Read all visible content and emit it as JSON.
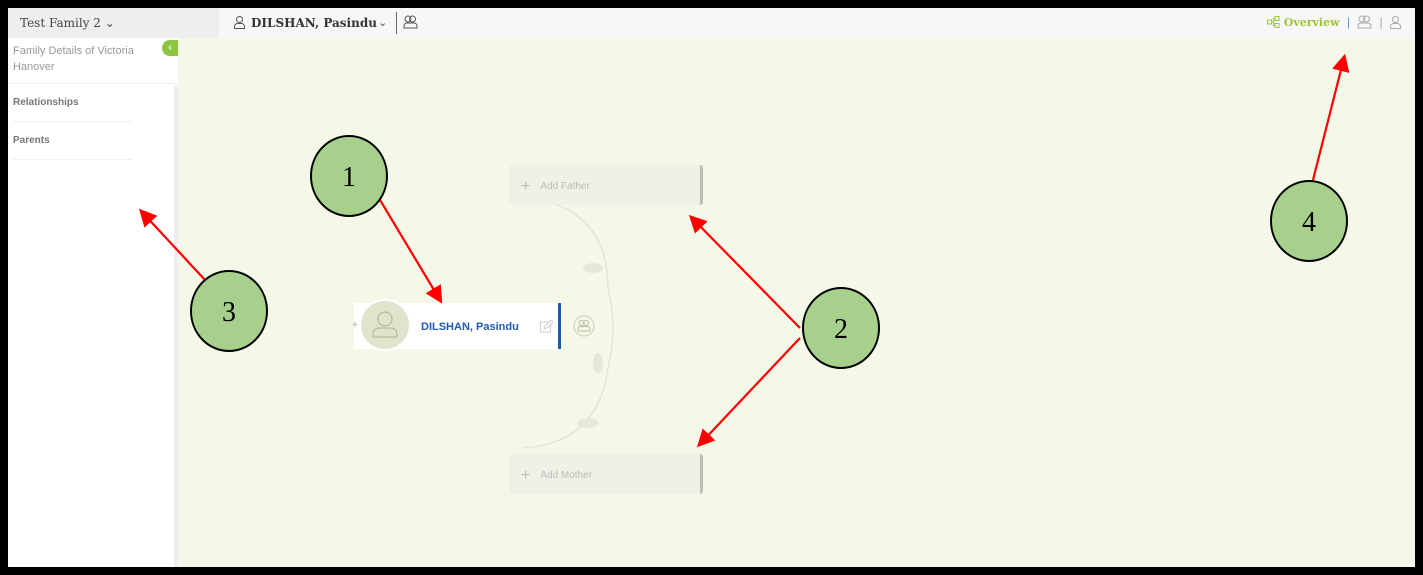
{
  "topbar": {
    "family": "Test Family 2",
    "person": "DILSHAN, Pasindu",
    "overview": "Overview",
    "separator": "|"
  },
  "sidebar": {
    "header": "Family Details of Victoria Hanover",
    "items": [
      {
        "label": "Relationships"
      },
      {
        "label": "Parents"
      }
    ]
  },
  "tree": {
    "add_father": "Add Father",
    "add_mother": "Add Mother",
    "person_name": "DILSHAN, Pasindu",
    "plus": "+"
  },
  "annotations": [
    "1",
    "2",
    "3",
    "4"
  ],
  "colors": {
    "accent": "#8cc63f",
    "name": "#1f5bb5",
    "arrow": "#ff0000",
    "circle": "#a8d08d"
  }
}
